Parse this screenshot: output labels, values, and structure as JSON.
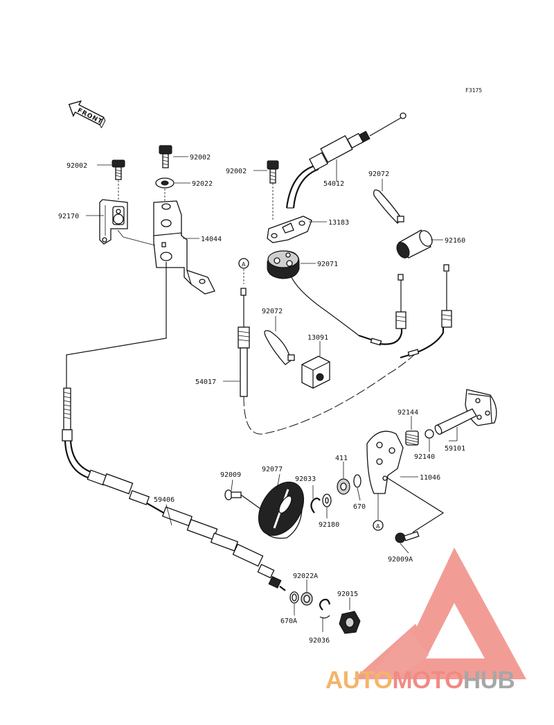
{
  "figure_code": "F3175",
  "front_label": "FRONT",
  "reference_marker": "A",
  "parts": {
    "p92002_left": "92002",
    "p92002_top": "92002",
    "p92002_mid": "92002",
    "p92022": "92022",
    "p92170": "92170",
    "p14044": "14044",
    "p54012": "54012",
    "p13183": "13183",
    "p92072_right": "92072",
    "p92160": "92160",
    "p92071": "92071",
    "p92072_left": "92072",
    "p13091": "13091",
    "p54017": "54017",
    "p92144": "92144",
    "p92140": "92140",
    "p59101": "59101",
    "p411": "411",
    "p11046": "11046",
    "p92009": "92009",
    "p92077": "92077",
    "p92033": "92033",
    "p670": "670",
    "p92180": "92180",
    "p59406": "59406",
    "p92009A": "92009A",
    "p92022A": "92022A",
    "p92015": "92015",
    "p670A": "670A",
    "p92036": "92036"
  },
  "watermark": {
    "auto": "AUTO",
    "moto": "MOTO",
    "hub": "HUB",
    "colors": {
      "auto": "#f3b56b",
      "moto": "#ef8c84",
      "hub": "#a7a7a7",
      "logo": "#ef8c84"
    }
  }
}
